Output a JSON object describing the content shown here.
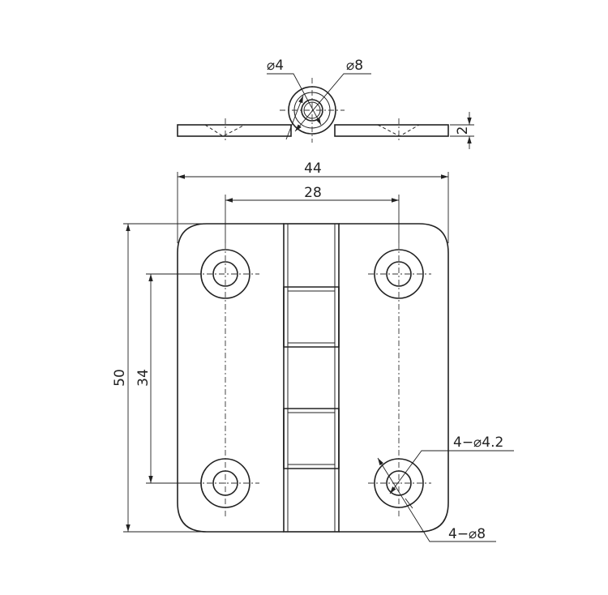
{
  "top_view": {
    "pin_diameter": "⌀4",
    "knuckle_diameter": "⌀8",
    "thickness": "2"
  },
  "front_view": {
    "overall_width": "44",
    "hole_spacing_x": "28",
    "overall_height": "50",
    "hole_spacing_y": "34",
    "hole_callout": "4−⌀4.2",
    "countersink_callout": "4−⌀8"
  }
}
